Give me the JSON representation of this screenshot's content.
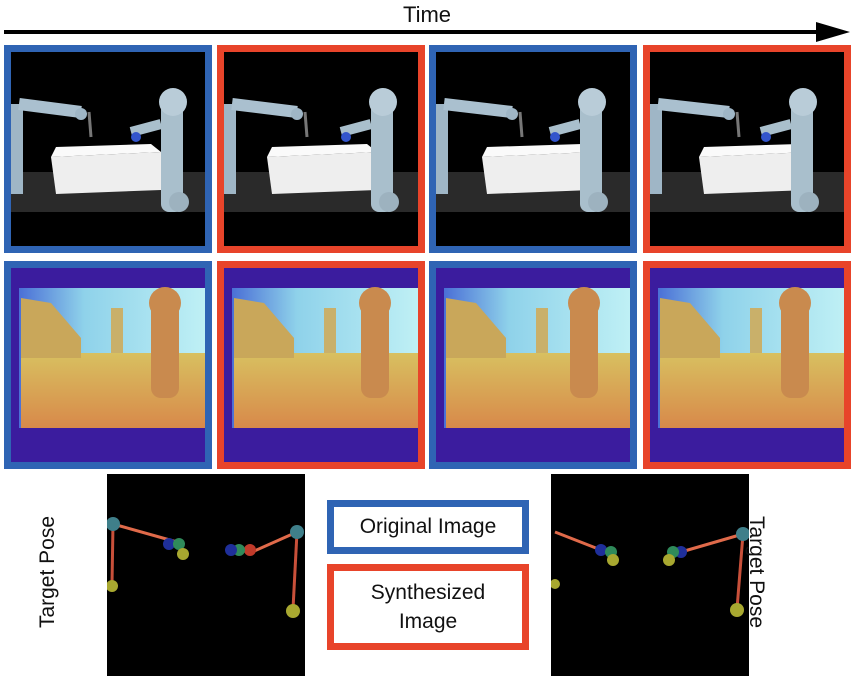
{
  "header": {
    "time_label": "Time"
  },
  "colors": {
    "original": "#2f64b4",
    "synthesized": "#e8442a"
  },
  "rgb_row": {
    "frames": [
      {
        "type": "original"
      },
      {
        "type": "synthesized"
      },
      {
        "type": "original"
      },
      {
        "type": "synthesized"
      }
    ]
  },
  "depth_row": {
    "frames": [
      {
        "type": "original"
      },
      {
        "type": "synthesized"
      },
      {
        "type": "original"
      },
      {
        "type": "synthesized"
      }
    ]
  },
  "pose_panels": {
    "left_label": "Target Pose",
    "right_label": "Target Pose"
  },
  "legend": {
    "original_label": "Original Image",
    "synthesized_line1": "Synthesized",
    "synthesized_line2": "Image"
  },
  "icons": {
    "time_arrow": "right-arrow-icon"
  }
}
